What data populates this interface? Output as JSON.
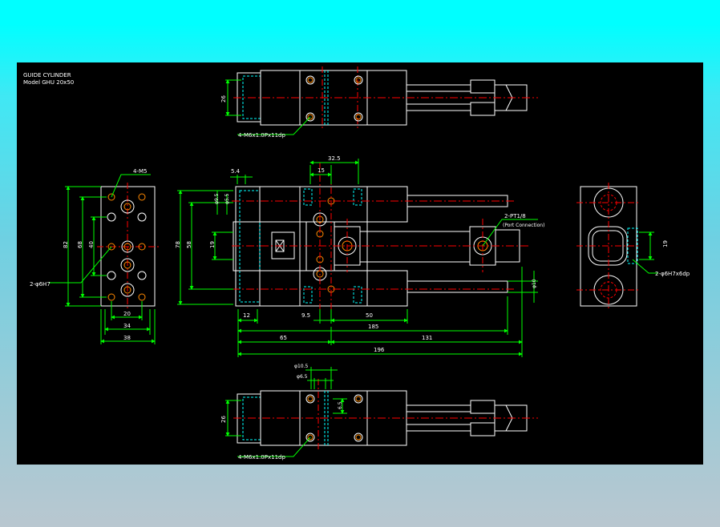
{
  "drawing": {
    "title": "GUIDE CYLINDER",
    "model": "Model GHU 20x50"
  },
  "colors": {
    "background": "#000000",
    "outline": "#ffffff",
    "dimension": "#00ff00",
    "centerline": "#ff0000",
    "hole": "#ff8800",
    "hidden": "#00ffff",
    "leader": "#00ff00"
  },
  "top_view": {
    "dim_height": "26",
    "note": "4-M6x1.0Px11dp"
  },
  "side_view": {
    "dim_overall_height": "82",
    "dim_height_68": "68",
    "dim_height_40": "40",
    "dim_bottom_20": "20",
    "dim_bottom_34": "34",
    "dim_bottom_38": "38",
    "note_m5": "4-M5",
    "note_pin": "2-φ6H7"
  },
  "front_view": {
    "dim_5_4": "5.4",
    "dim_15": "15",
    "dim_32_5": "32.5",
    "dim_9_5": "φ9.5",
    "dim_5_5": "φ5.5",
    "dim_78": "78",
    "dim_58": "58",
    "dim_19": "19",
    "dim_12": "12",
    "dim_9_5_bottom": "9.5",
    "dim_50": "50",
    "dim_185": "185",
    "dim_65": "65",
    "dim_131": "131",
    "dim_196": "196",
    "dim_rod": "φ10",
    "port_note": "2-PT1/8",
    "port_sub": "(Port Connection)"
  },
  "end_view": {
    "dim_19": "19",
    "note": "2-φ6H7x6dp"
  },
  "bottom_view": {
    "dim_10_5": "φ10.5",
    "dim_6_5": "φ6.5",
    "dim_6_5_v": "6.5",
    "dim_height": "26",
    "note": "4-M6x1.0Px11dp"
  }
}
